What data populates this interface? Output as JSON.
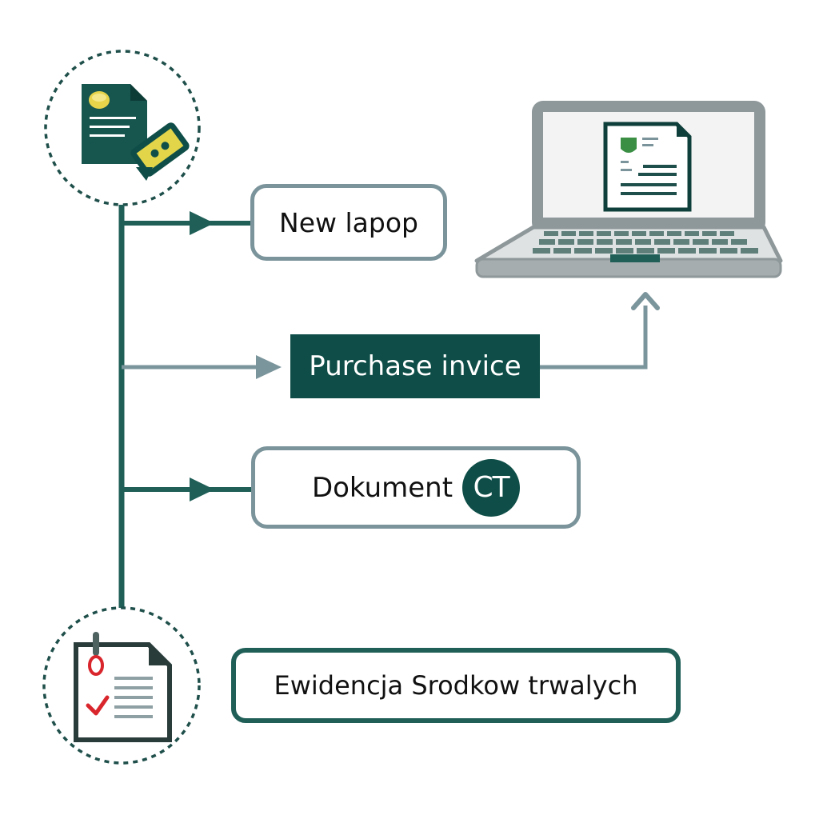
{
  "nodes": {
    "new_laptop": "New lapop",
    "purchase_invoice": "Purchase invice",
    "dokument": "Dokument",
    "dokument_badge": "CT",
    "ewidencja": "Ewidencja Srodkow trwalych"
  },
  "icons": {
    "top": "invoice-document-with-coin-and-ticket-icon",
    "bottom": "checklist-document-icon",
    "laptop": "laptop-with-document-icon"
  },
  "colors": {
    "dark_green": "#0f4e48",
    "timeline": "#1f5f57",
    "outline_gray": "#7b949b",
    "connector_gray": "#7b959c",
    "icon_yellow": "#e4d34a",
    "icon_red": "#d9262d",
    "laptop_gray": "#8e979a"
  }
}
